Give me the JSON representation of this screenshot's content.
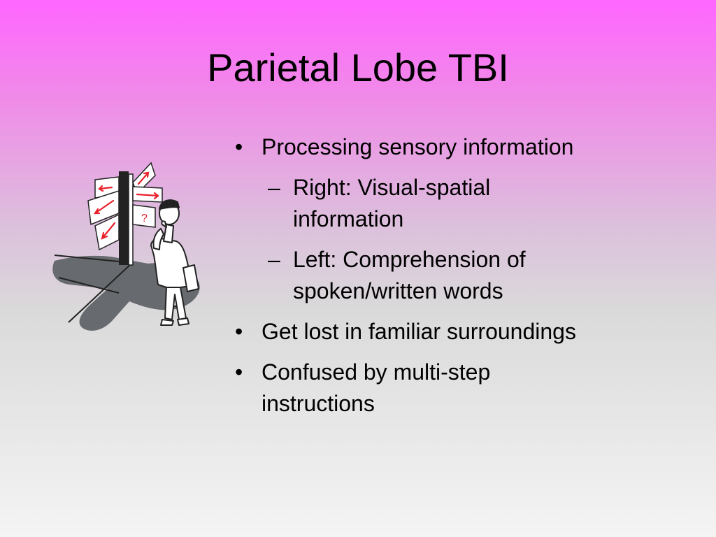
{
  "slide": {
    "title": "Parietal Lobe TBI",
    "bullets": [
      {
        "level": 1,
        "text": "Processing sensory information"
      },
      {
        "level": 2,
        "lines": [
          "Right: Visual-spatial",
          "information"
        ]
      },
      {
        "level": 2,
        "lines": [
          "Left: Comprehension of",
          "spoken/written words"
        ]
      },
      {
        "level": 1,
        "text": "Get lost in familiar surroundings"
      },
      {
        "level": 1,
        "lines": [
          "Confused by multi-step",
          "instructions"
        ]
      }
    ],
    "clipart": {
      "icon": "signpost-confused-person-icon",
      "sign_text": "?",
      "colors": {
        "shadow": "#676a6e",
        "arrow": "#e8212b",
        "post": "#222222"
      }
    }
  }
}
